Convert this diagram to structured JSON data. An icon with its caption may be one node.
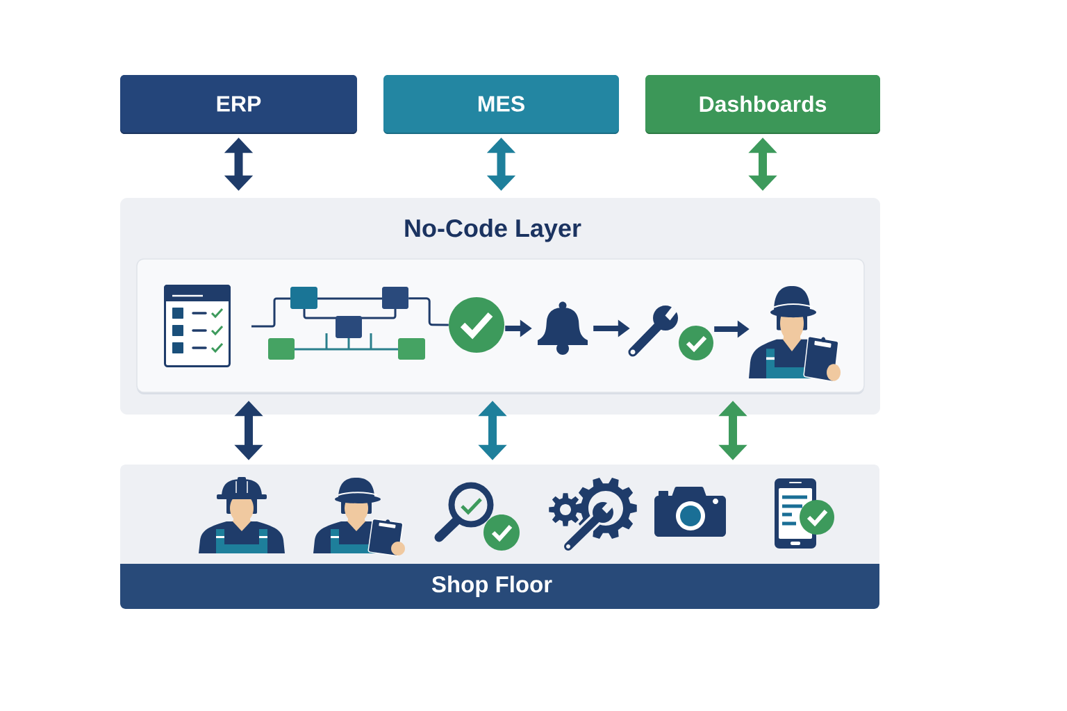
{
  "diagram": {
    "nodes": [
      {
        "text": [
          "ERP"
        ]
      },
      {
        "text": [
          "MES"
        ]
      },
      {
        "text": [
          "Dashboards"
        ]
      },
      {
        "text": [
          "No-Code Layer"
        ]
      },
      {
        "text": [],
        "shape": "box",
        "in": 3
      },
      {
        "text": [],
        "shape": "picture",
        "in": 4
      },
      {
        "text": [],
        "shape": "circle",
        "in": 4
      },
      {
        "text": [],
        "shape": "picture",
        "in": 4
      },
      {
        "text": [],
        "shape": "picture",
        "in": 4
      },
      {
        "text": [],
        "shape": "person",
        "in": 4
      },
      {
        "text": [
          "Shop Floor"
        ]
      }
    ],
    "edges": [
      {
        "from": 0,
        "to": 3,
        "arrow": "both"
      },
      {
        "from": 1,
        "to": 3,
        "arrow": "both",
        "color": "#1e7f9b"
      },
      {
        "from": 2,
        "to": 3,
        "arrow": "both",
        "color": "#3d9a5c"
      },
      {
        "from": 3,
        "to": 10,
        "arrow": "both"
      },
      {
        "from": 3,
        "to": 10,
        "arrow": "both",
        "color": "#1e7f9b"
      },
      {
        "from": 3,
        "to": 10,
        "arrow": "both",
        "color": "#3d9a5c"
      },
      {
        "from": 5,
        "to": 6,
        "arrow": "none"
      },
      {
        "from": 6,
        "to": 7,
        "arrow": "to"
      },
      {
        "from": 7,
        "to": 8,
        "arrow": "to"
      },
      {
        "from": 8,
        "to": 9,
        "arrow": "to"
      }
    ]
  }
}
